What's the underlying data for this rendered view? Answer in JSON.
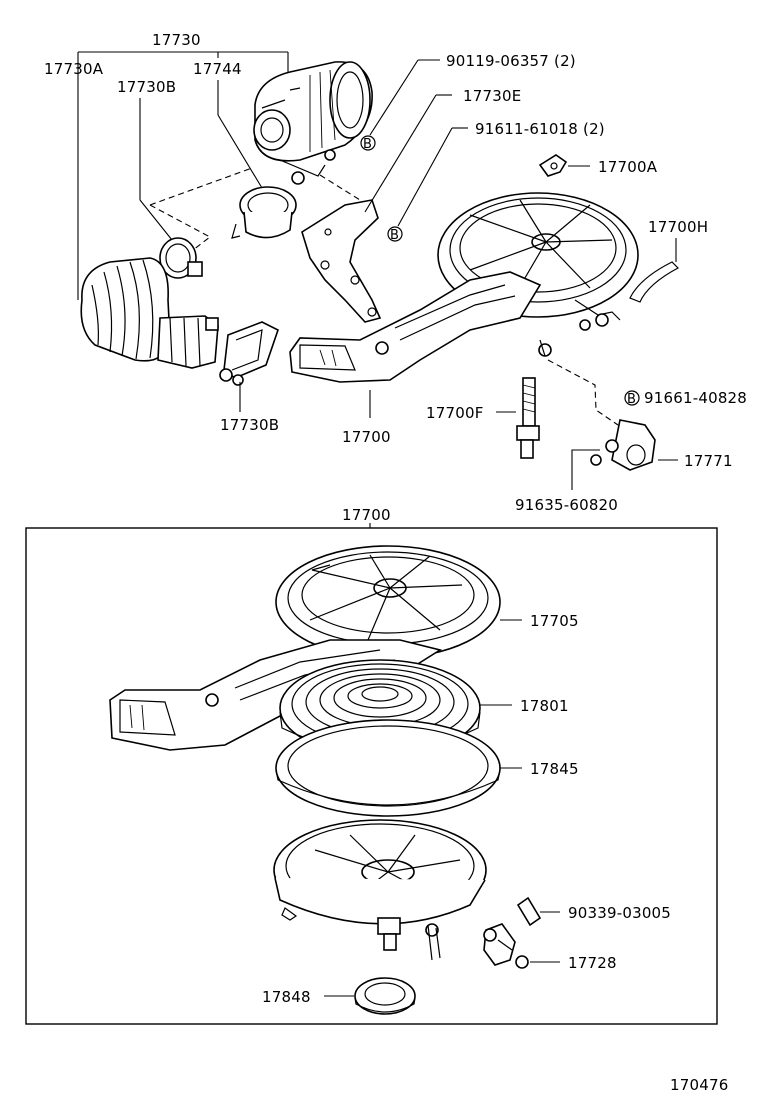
{
  "diagram_id": "170476",
  "labels": {
    "p17730": "17730",
    "p17730A": "17730A",
    "p17744": "17744",
    "p17730B_top": "17730B",
    "p90119": "90119-06357 (2)",
    "p17730E": "17730E",
    "p91611": "91611-61018 (2)",
    "p17700A": "17700A",
    "p17700H": "17700H",
    "p91661": "91661-40828",
    "p17700F": "17700F",
    "p17730B_bottom": "17730B",
    "p17700_top": "17700",
    "p17771": "17771",
    "p91635": "91635-60820",
    "p17700_box": "17700",
    "p17705": "17705",
    "p17801": "17801",
    "p17845": "17845",
    "p90339": "90339-03005",
    "p17728": "17728",
    "p17848": "17848"
  },
  "callout_marker": "B"
}
